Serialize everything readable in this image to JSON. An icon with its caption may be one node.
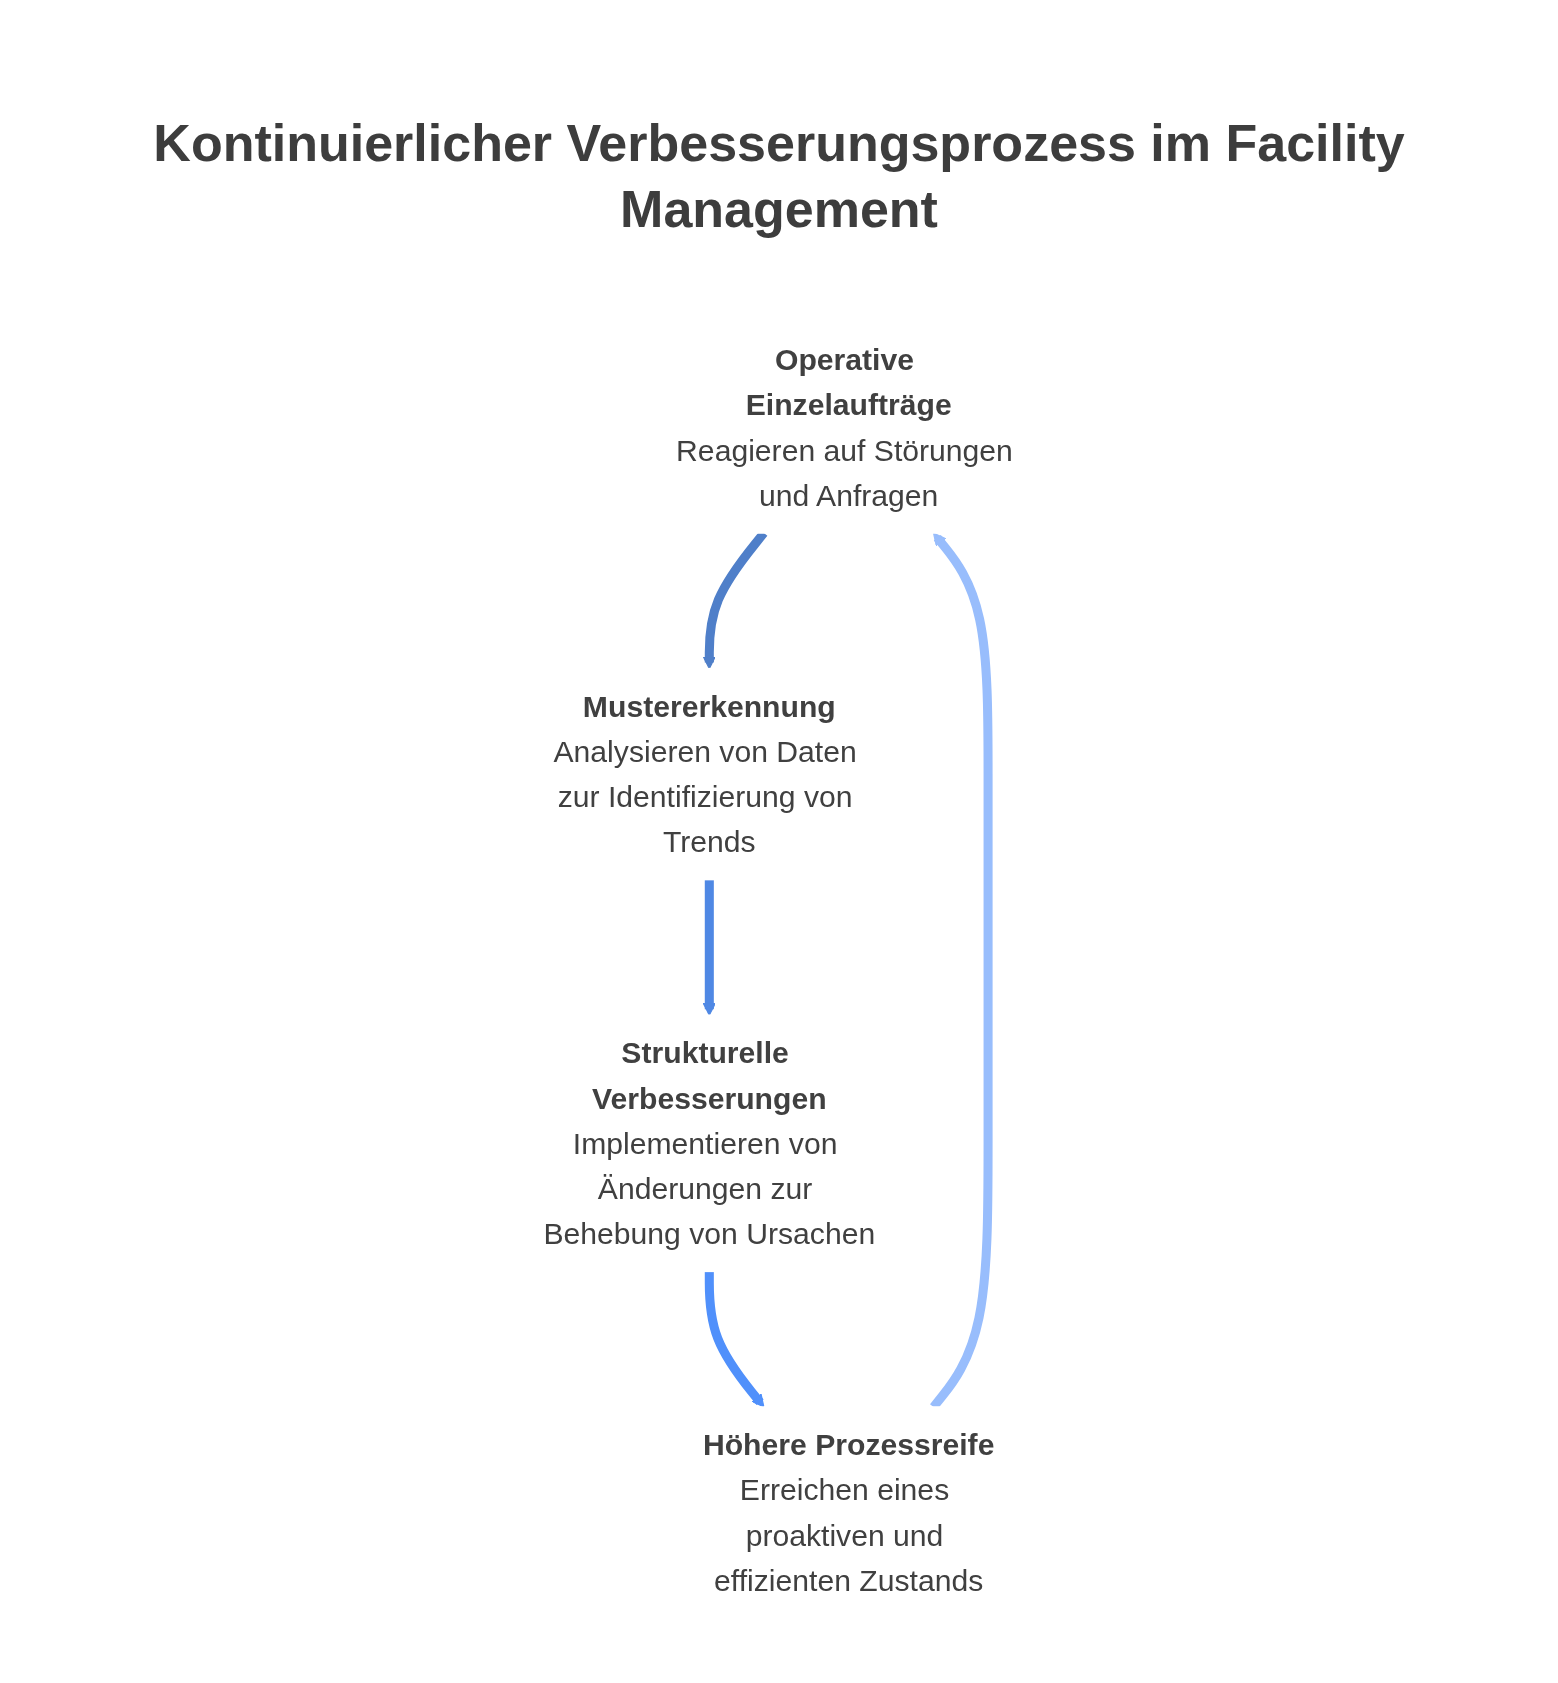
{
  "diagram": {
    "title": "Kontinuierlicher Verbesserungsprozess im Facility Management",
    "nodes": [
      {
        "text": [
          "Operative Einzelaufträge",
          "Reagieren auf Störungen und Anfragen"
        ]
      },
      {
        "text": [
          "Mustererkennung",
          "Analysieren von Daten zur Identifizierung von Trends"
        ]
      },
      {
        "text": [
          "Strukturelle Verbesserungen",
          "Implementieren von Änderungen zur Behebung von Ursachen"
        ]
      },
      {
        "text": [
          "Höhere Prozessreife",
          "Erreichen eines proaktiven und effizienten Zustands"
        ]
      }
    ],
    "edges": [
      {
        "from": 0,
        "to": 1,
        "arrow": "to",
        "color": "#4f7fc9"
      },
      {
        "from": 1,
        "to": 2,
        "arrow": "to",
        "color": "#4f88e4"
      },
      {
        "from": 2,
        "to": 3,
        "arrow": "to",
        "color": "#5090fb"
      },
      {
        "from": 3,
        "to": 0,
        "arrow": "to",
        "color": "#98bdfc"
      }
    ]
  }
}
